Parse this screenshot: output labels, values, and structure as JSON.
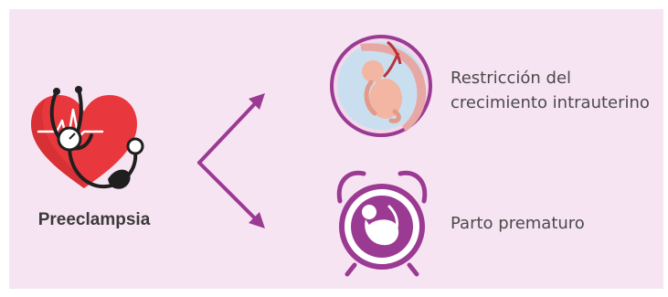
{
  "cause": {
    "label": "Preeclampsia",
    "icon": "heart-stethoscope-icon"
  },
  "outcomes": [
    {
      "line1": "Restricción del",
      "line2": "crecimiento intrauterino",
      "icon": "fetus-in-womb-icon"
    },
    {
      "line1": "Parto prematuro",
      "icon": "alarm-clock-fetus-icon"
    }
  ],
  "colors": {
    "background": "#f7e4f3",
    "accent": "#9b3a93",
    "heart": "#e8383d",
    "text": "#4a4a4a"
  }
}
